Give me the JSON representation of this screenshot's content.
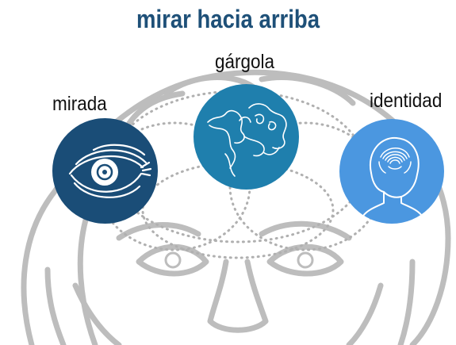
{
  "title": "mirar hacia arriba",
  "concepts": [
    {
      "id": "mirada",
      "label": "mirada",
      "icon": "eye-icon",
      "color": "#1a4d77"
    },
    {
      "id": "gargola",
      "label": "gárgola",
      "icon": "gargoyle-drawing-icon",
      "color": "#1f7fad"
    },
    {
      "id": "identidad",
      "label": "identidad",
      "icon": "fingerprint-head-icon",
      "color": "#4b97e0"
    }
  ],
  "colors": {
    "title": "#1e5078",
    "sketch": "#b9b9b9"
  }
}
